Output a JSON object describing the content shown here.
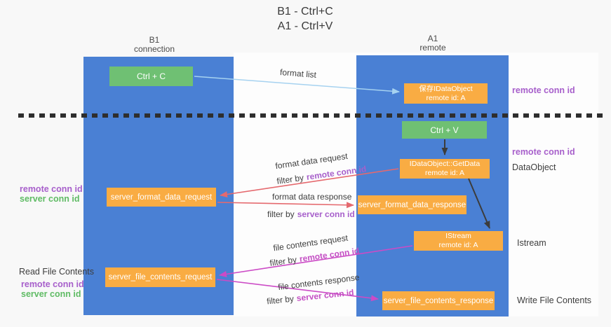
{
  "title": {
    "line1": "B1 - Ctrl+C",
    "line2": "A1 - Ctrl+V"
  },
  "lifelines": {
    "left": {
      "name": "B1",
      "role": "connection"
    },
    "right": {
      "name": "A1",
      "role": "remote"
    }
  },
  "boxes": {
    "ctrl_c": {
      "label": "Ctrl + C"
    },
    "ctrl_v": {
      "label": "Ctrl + V"
    },
    "save_idataobject": {
      "line1": "保存IDataObject",
      "line2": "remote id: A"
    },
    "idataobject_getdata": {
      "line1": "IDataObject::GetData",
      "line2": "remote id: A"
    },
    "istream": {
      "line1": "IStream",
      "line2": "remote id: A"
    },
    "server_format_data_request": {
      "label": "server_format_data_request"
    },
    "server_format_data_response": {
      "label": "server_format_data_response"
    },
    "server_file_contents_request": {
      "label": "server_file_contents_request"
    },
    "server_file_contents_response": {
      "label": "server_file_contents_response"
    }
  },
  "labels": {
    "format_list": "format list",
    "format_data_request": "format data request",
    "format_data_response": "format data response",
    "file_contents_request": "file contents request",
    "file_contents_response": "file contents response",
    "filter_by": "filter by",
    "remote_conn_id": "remote conn id",
    "server_conn_id": "server conn id",
    "read_file_contents": "Read File Contents",
    "write_file_contents": "Write File Contents",
    "dataobject": "DataObject",
    "istream": "Istream"
  },
  "colors": {
    "lifeline_blue": "#4a80d4",
    "box_green": "#6fc073",
    "box_orange": "#f9ac43",
    "arrow_lightblue": "#a6d2f0",
    "arrow_black": "#3c3c3c",
    "arrow_red": "#e5696e",
    "arrow_magenta": "#cc4bc6",
    "text_purple": "#a75fcb",
    "text_magenta": "#c44fc4",
    "text_green": "#5fbb64",
    "dashed_line": "#2e2e2e"
  }
}
